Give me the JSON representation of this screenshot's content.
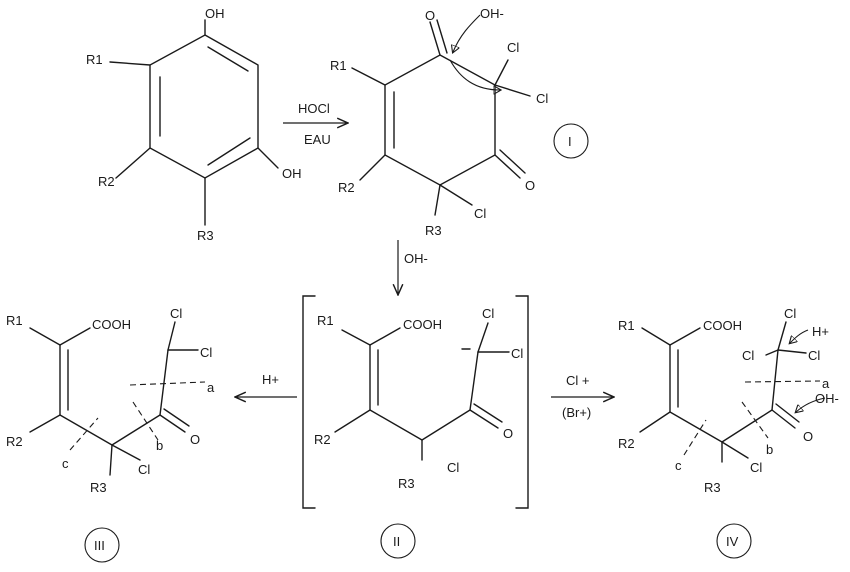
{
  "labels": {
    "oh": "OH",
    "r1": "R1",
    "r2": "R2",
    "r3": "R3",
    "o": "O",
    "cl": "Cl",
    "cooh": "COOH",
    "oh_minus": "OH-",
    "h_plus": "H+",
    "a": "a",
    "b": "b",
    "c": "c"
  },
  "reactions": {
    "step1_reagent": "HOCl",
    "step1_condition": "EAU",
    "step2_reagent": "OH-",
    "step3_reagent": "H+",
    "step4_reagent": "Cl +",
    "step4_alt": "(Br+)"
  },
  "compounds": {
    "I": "I",
    "II": "II",
    "III": "III",
    "IV": "IV"
  }
}
